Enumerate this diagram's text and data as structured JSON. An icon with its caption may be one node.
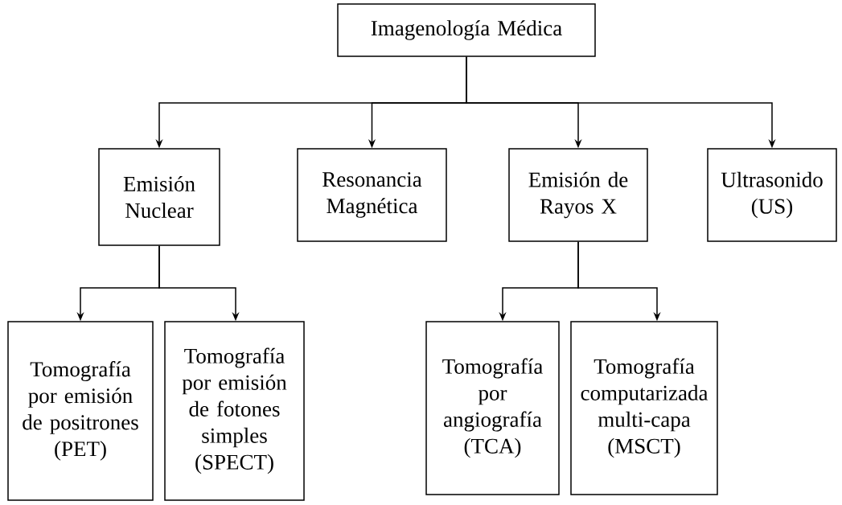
{
  "diagram": {
    "nodes": [
      {
        "text": [
          "Imagenología Médica"
        ]
      },
      {
        "text": [
          "Emisión Nuclear"
        ]
      },
      {
        "text": [
          "Resonancia Magnética"
        ]
      },
      {
        "text": [
          "Emisión de Rayos X"
        ]
      },
      {
        "text": [
          "Ultrasonido (US)"
        ]
      },
      {
        "text": [
          "Tomografía por emisión de positrones (PET)"
        ]
      },
      {
        "text": [
          "Tomografía por emisión de fotones simples (SPECT)"
        ]
      },
      {
        "text": [
          "Tomografía por angiografía (TCA)"
        ]
      },
      {
        "text": [
          "Tomografía computarizada multi-capa (MSCT)"
        ]
      }
    ],
    "edges": [
      {
        "from": 0,
        "to": 1,
        "arrow": "to"
      },
      {
        "from": 0,
        "to": 2,
        "arrow": "to"
      },
      {
        "from": 0,
        "to": 3,
        "arrow": "to"
      },
      {
        "from": 0,
        "to": 4,
        "arrow": "to"
      },
      {
        "from": 1,
        "to": 5,
        "arrow": "to"
      },
      {
        "from": 1,
        "to": 6,
        "arrow": "to"
      },
      {
        "from": 3,
        "to": 7,
        "arrow": "to"
      },
      {
        "from": 3,
        "to": 8,
        "arrow": "to"
      }
    ]
  }
}
